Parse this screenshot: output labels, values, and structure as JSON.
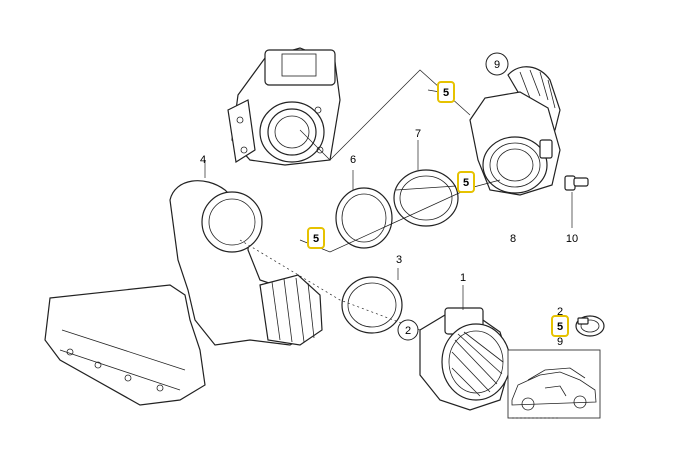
{
  "callouts": {
    "p1": "1",
    "p2a": "2",
    "p2b": "2",
    "p3": "3",
    "p4": "4",
    "p5a": "5",
    "p5b": "5",
    "p5c": "5",
    "p5d": "5",
    "p6": "6",
    "p7": "7",
    "p8": "8",
    "p9a": "9",
    "p9b": "9",
    "p10": "10"
  },
  "colors": {
    "highlight": "#e6c200",
    "line": "#222222"
  }
}
